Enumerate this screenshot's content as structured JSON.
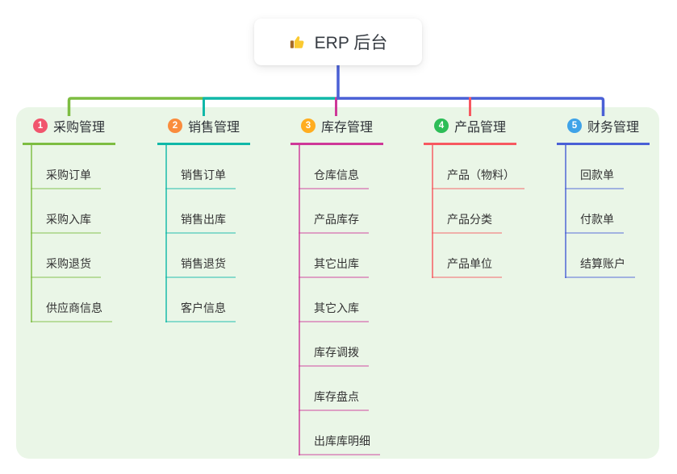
{
  "root": {
    "title": "ERP 后台",
    "icon": "thumbs-up-icon"
  },
  "branches": [
    {
      "index": "1",
      "label": "采购管理",
      "badge_color": "#F1556D",
      "line_color": "#7DBD41",
      "children": [
        "采购订单",
        "采购入库",
        "采购退货",
        "供应商信息"
      ]
    },
    {
      "index": "2",
      "label": "销售管理",
      "badge_color": "#FA8C3D",
      "line_color": "#10B8A8",
      "children": [
        "销售订单",
        "销售出库",
        "销售退货",
        "客户信息"
      ]
    },
    {
      "index": "3",
      "label": "库存管理",
      "badge_color": "#FFAD20",
      "line_color": "#CE3898",
      "children": [
        "仓库信息",
        "产品库存",
        "其它出库",
        "其它入库",
        "库存调拨",
        "库存盘点",
        "出库库明细"
      ]
    },
    {
      "index": "4",
      "label": "产品管理",
      "badge_color": "#2DBD57",
      "line_color": "#F75860",
      "children": [
        "产品（物料）",
        "产品分类",
        "产品单位"
      ]
    },
    {
      "index": "5",
      "label": "财务管理",
      "badge_color": "#3FA3E8",
      "line_color": "#4A60D6",
      "children": [
        "回款单",
        "付款单",
        "结算账户"
      ]
    }
  ],
  "colors": {
    "panel_bg": "#EAF6E7",
    "stem": "#4A60D6",
    "root_card_bg": "#FFFFFF",
    "thumb_hand": "#FBCA32",
    "thumb_sleeve": "#A66A28",
    "text_dark": "#333333"
  }
}
